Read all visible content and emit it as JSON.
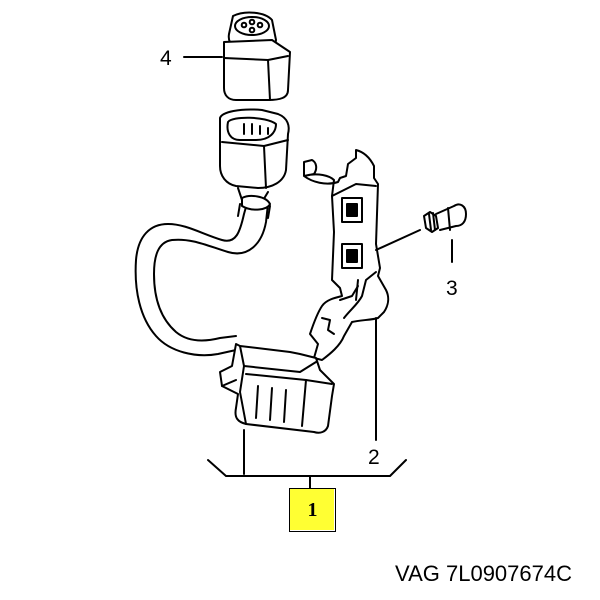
{
  "callouts": {
    "c1": "1",
    "c2": "2",
    "c3": "3",
    "c4": "4"
  },
  "highlight_color": "#ffff33",
  "footer": {
    "part_number": "VAG 7L0907674C"
  }
}
